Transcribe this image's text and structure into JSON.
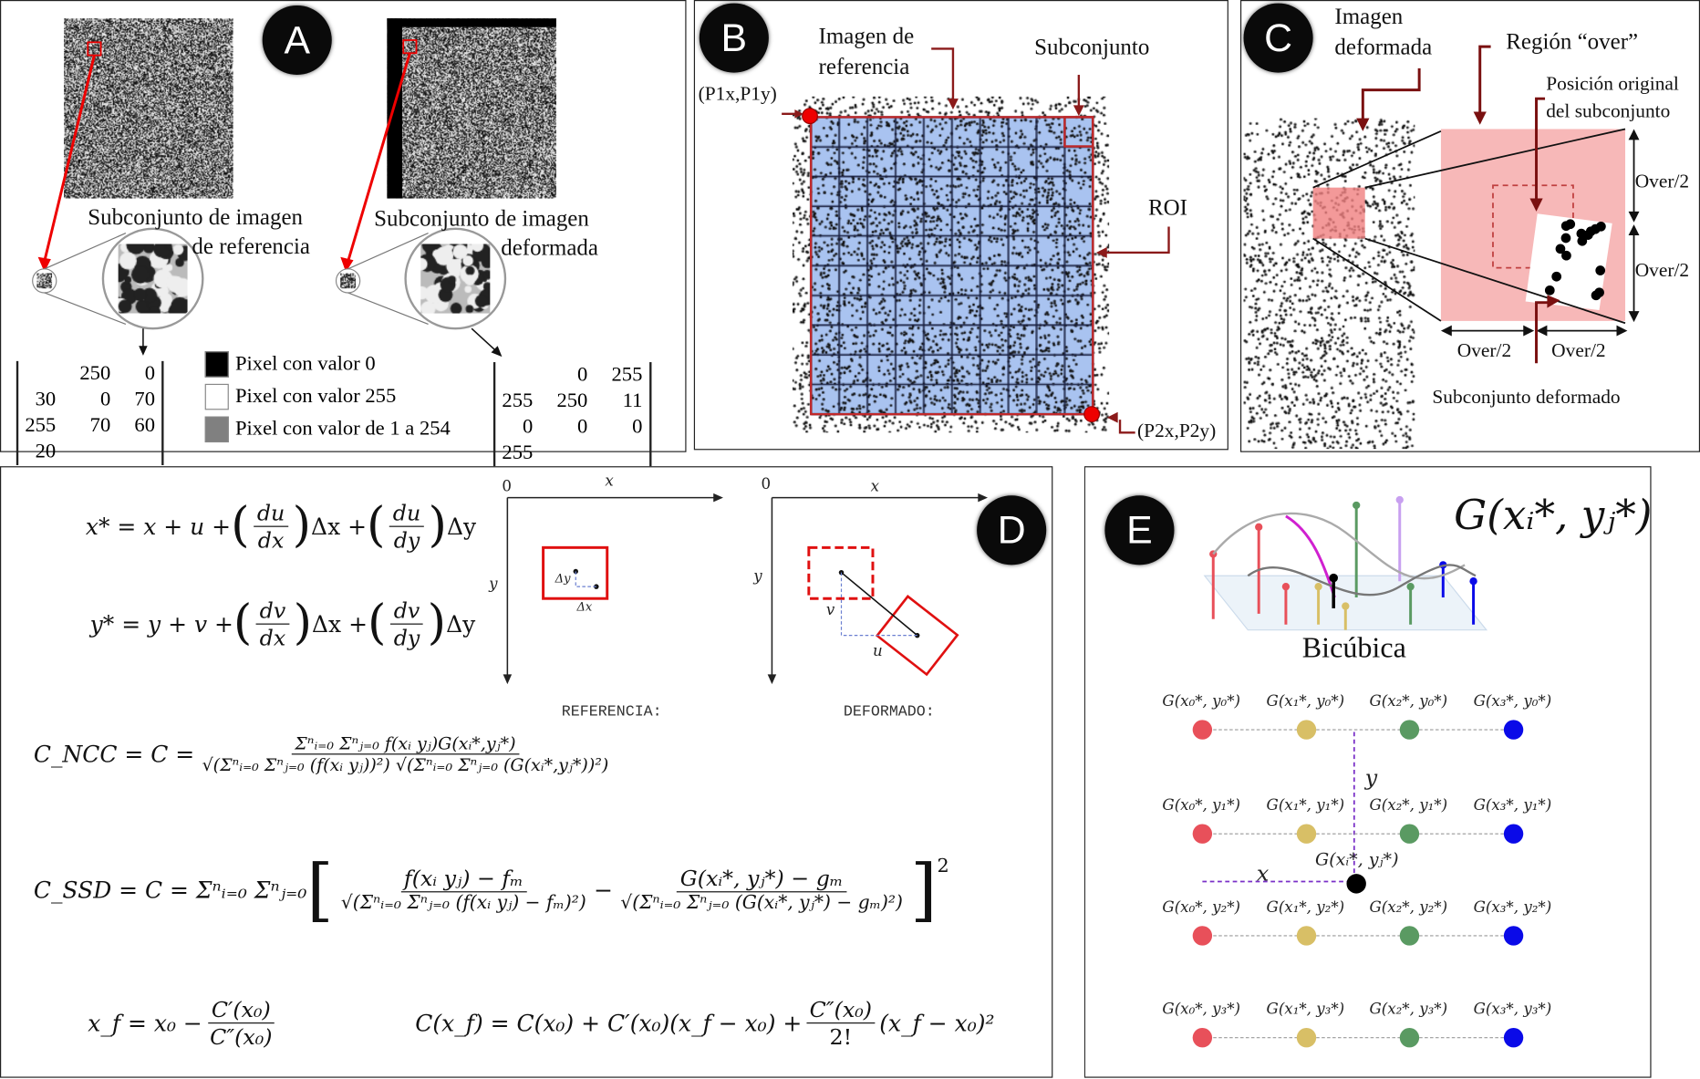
{
  "panels": {
    "A": {
      "badge": "A",
      "ref_caption_1": "Subconjunto de imagen",
      "ref_caption_2": "de referencia",
      "def_caption_1": "Subconjunto de imagen",
      "def_caption_2": "deformada",
      "ref_matrix": [
        "250",
        "0",
        "30",
        "0",
        "70",
        "255",
        "70",
        "60",
        "20"
      ],
      "def_matrix": [
        "0",
        "255",
        "255",
        "250",
        "11",
        "0",
        "0",
        "0",
        "255"
      ],
      "legend": [
        {
          "label": "Pixel con valor 0",
          "color": "#000000"
        },
        {
          "label": "Pixel con valor 255",
          "color": "#ffffff"
        },
        {
          "label": "Pixel con valor de 1 a 254",
          "color": "#808080"
        }
      ]
    },
    "B": {
      "badge": "B",
      "ref_image_1": "Imagen de",
      "ref_image_2": "referencia",
      "subset": "Subconjunto",
      "roi": "ROI",
      "p1": "(P1x,P1y)",
      "p2": "(P2x,P2y)"
    },
    "C": {
      "badge": "C",
      "def_image_1": "Imagen",
      "def_image_2": "deformada",
      "over_region": "Región “over”",
      "orig_pos_1": "Posición original",
      "orig_pos_2": "del subconjunto",
      "over_half": "Over/2",
      "def_subset": "Subconjunto deformado"
    },
    "D": {
      "badge": "D",
      "eq_x": {
        "lhs": "x* = x + u +",
        "dx_num": "du",
        "dx_den": "dx",
        "dx_tail": "Δx +",
        "dy_num": "du",
        "dy_den": "dy",
        "dy_tail": "Δy"
      },
      "eq_y": {
        "lhs": "y* = y + v +",
        "dx_num": "dv",
        "dx_den": "dx",
        "dx_tail": "Δx +",
        "dy_num": "dv",
        "dy_den": "dy",
        "dy_tail": "Δy"
      },
      "ncc": {
        "lhs": "C_NCC = C =",
        "num": "Σⁿᵢ₌₀ Σⁿⱼ₌₀ f(xᵢ yⱼ)G(xᵢ*,yⱼ*)",
        "den": "√(Σⁿᵢ₌₀ Σⁿⱼ₌₀ (f(xᵢ yⱼ))²) √(Σⁿᵢ₌₀ Σⁿⱼ₌₀ (G(xᵢ*,yⱼ*))²)"
      },
      "ssd": {
        "lhs": "C_SSD = C = Σⁿᵢ₌₀ Σⁿⱼ₌₀",
        "num1": "f(xᵢ yⱼ) − fₘ",
        "den1": "√(Σⁿᵢ₌₀ Σⁿⱼ₌₀ (f(xᵢ yⱼ) − fₘ)²)",
        "minus": "−",
        "num2": "G(xᵢ*, yⱼ*) − gₘ",
        "den2": "√(Σⁿᵢ₌₀ Σⁿⱼ₌₀ (G(xᵢ*, yⱼ*) − gₘ)²)",
        "power": "2"
      },
      "xf": {
        "lhs": "x_f = x₀ −",
        "num": "C′(x₀)",
        "den": "C″(x₀)"
      },
      "taylor": {
        "lhs": "C(x_f) = C(x₀) + C′(x₀)(x_f − x₀) +",
        "num": "C″(x₀)",
        "den": "2!",
        "tail": "(x_f − x₀)²"
      },
      "ref_diagram": {
        "origin": "0",
        "x": "x",
        "y": "y",
        "dy": "Δy",
        "dx": "Δx",
        "caption": "REFERENCIA:"
      },
      "def_diagram": {
        "origin": "0",
        "x": "x",
        "y": "y",
        "v": "v",
        "u": "u",
        "caption": "DEFORMADO:"
      }
    },
    "E": {
      "badge": "E",
      "title_formula": "G(xᵢ*, yⱼ*)",
      "caption": "Bicúbica",
      "center_label": "G(xᵢ*, yⱼ*)",
      "axis_x": "x",
      "axis_y": "y",
      "column_colors": [
        "#e8505a",
        "#d8bf66",
        "#5a9a62",
        "#0a0ae8"
      ],
      "grid_labels": [
        [
          "G(x₀*, y₀*)",
          "G(x₁*, y₀*)",
          "G(x₂*, y₀*)",
          "G(x₃*, y₀*)"
        ],
        [
          "G(x₀*, y₁*)",
          "G(x₁*, y₁*)",
          "G(x₂*, y₁*)",
          "G(x₃*, y₁*)"
        ],
        [
          "G(x₀*, y₂*)",
          "G(x₁*, y₂*)",
          "G(x₂*, y₂*)",
          "G(x₃*, y₂*)"
        ],
        [
          "G(x₀*, y₃*)",
          "G(x₁*, y₃*)",
          "G(x₂*, y₃*)",
          "G(x₃*, y₃*)"
        ]
      ]
    }
  }
}
